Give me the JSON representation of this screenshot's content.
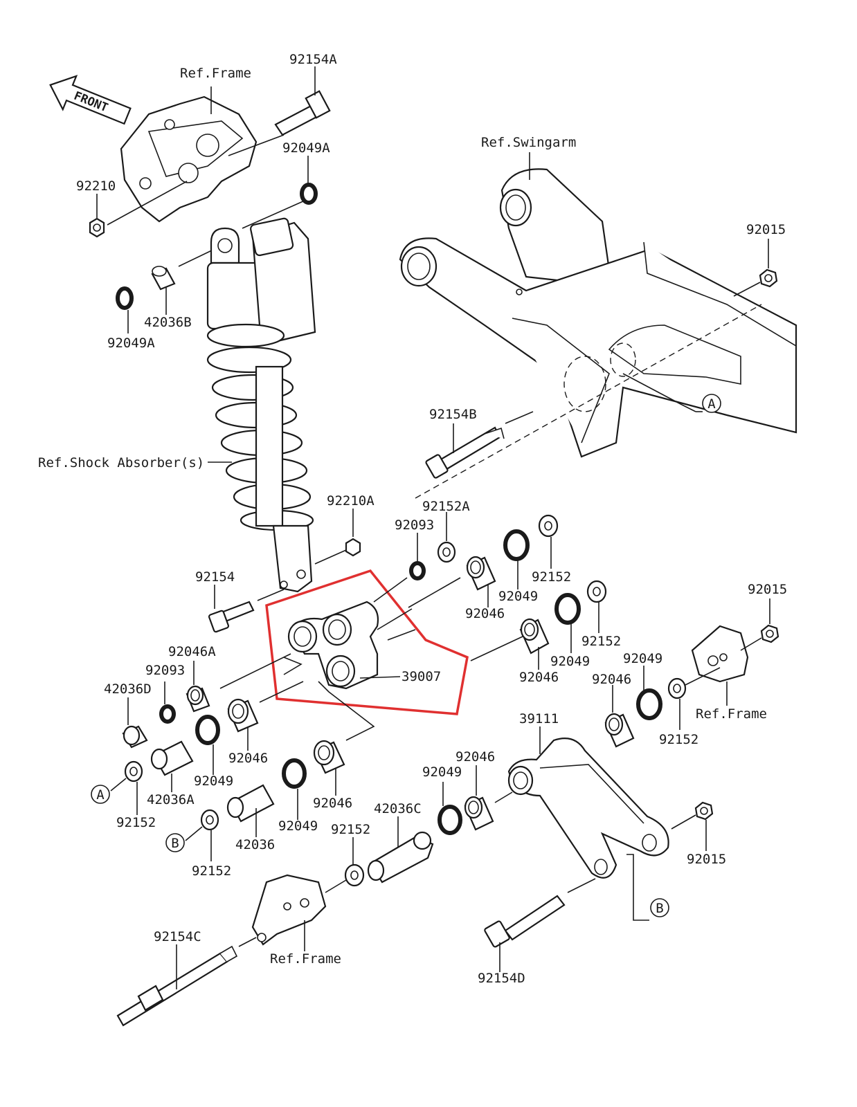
{
  "front_marker": "FRONT",
  "labels": {
    "ref_frame_top": "Ref.Frame",
    "p92154A": "92154A",
    "p92049A_top": "92049A",
    "p92210": "92210",
    "p42036B": "42036B",
    "p92049A_left": "92049A",
    "ref_swingarm": "Ref.Swingarm",
    "p92015_top": "92015",
    "p92154B": "92154B",
    "ref_shock": "Ref.Shock Absorber(s)",
    "p92210A": "92210A",
    "p92152A": "92152A",
    "p92093_top": "92093",
    "p92154": "92154",
    "p92152_r1": "92152",
    "p92049_r1": "92049",
    "p92046_r1": "92046",
    "p92152_r2": "92152",
    "p92049_r2": "92049",
    "p92046_r2": "92046",
    "p39007": "39007",
    "p92015_right": "92015",
    "p92049_right": "92049",
    "p92046_right": "92046",
    "ref_frame_right": "Ref.Frame",
    "p92152_right": "92152",
    "p92046A": "92046A",
    "p92093_left": "92093",
    "p42036D": "42036D",
    "p92049_mid": "92049",
    "p92046_mid": "92046",
    "p42036A": "42036A",
    "p92152_a": "92152",
    "p92046_low": "92046",
    "p42036": "42036",
    "p92049_low": "92049",
    "p92152_b": "92152",
    "p39111": "39111",
    "p92046_link": "92046",
    "p92049_link": "92049",
    "p42036C": "42036C",
    "p92152_link": "92152",
    "p92015_link": "92015",
    "p92154C": "92154C",
    "ref_frame_bottom": "Ref.Frame",
    "p92154D": "92154D"
  },
  "callouts": {
    "A_swingarm": "A",
    "A_left": "A",
    "B_left": "B",
    "B_link": "B"
  },
  "colors": {
    "line": "#1a1a1a",
    "highlight": "#e03030",
    "background": "#ffffff"
  },
  "highlighted_part": "39007"
}
